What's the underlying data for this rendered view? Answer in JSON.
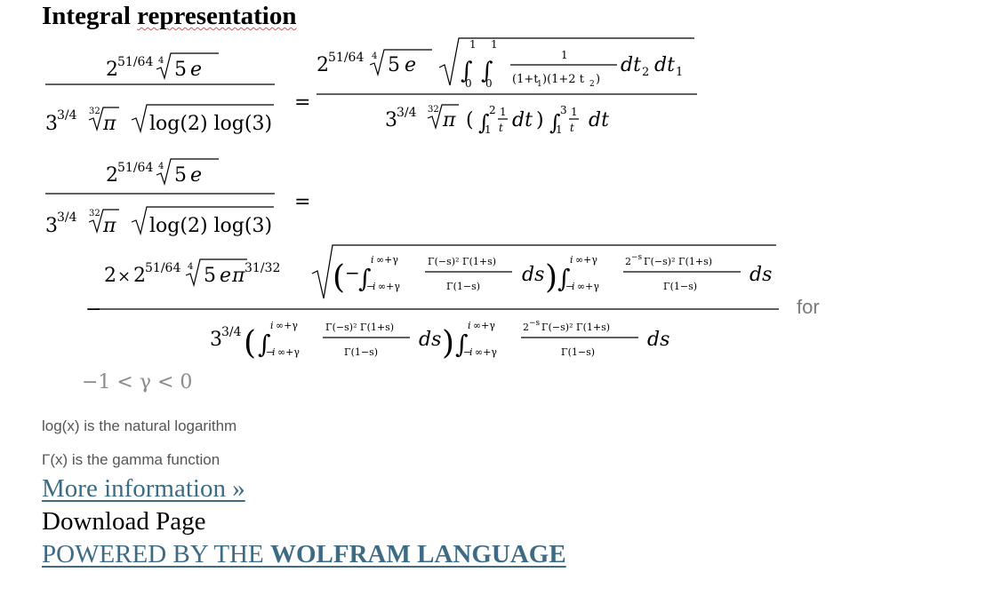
{
  "title": {
    "part1": "Integral ",
    "part2": "representation"
  },
  "equation1": {
    "lhs_num": "2^(51/64) ⁴√(5 e)",
    "lhs_den": "3^(3/4) ³²√π √(log(2) log(3))",
    "eq": "=",
    "rhs_num": "2^(51/64) ⁴√(5 e) √(∫₀¹∫₀¹ 1/((1+t₁)(1+2t₂)) dt₂ dt₁)",
    "rhs_den": "3^(3/4) ³²√π (∫₁² 1/t dt) ∫₁³ 1/t dt"
  },
  "equation2": {
    "lhs_num": "2^(51/64) ⁴√(5 e)",
    "lhs_den": "3^(3/4) ³²√π √(log(2) log(3))",
    "eq": "=",
    "rhs_sign": "−",
    "rhs_num": "2×2^(51/64) ⁴√(5 e) π^(31/32) √((−∫ Γ(−s)² Γ(1+s)/Γ(1−s) ds) ∫ 2^(−s) Γ(−s)² Γ(1+s)/Γ(1−s) ds)",
    "rhs_den": "3^(3/4) (∫ Γ(−s)² Γ(1+s)/Γ(1−s) ds) ∫ 2^(−s) Γ(−s)² Γ(1+s)/Γ(1−s) ds",
    "upper_limit": "i ∞+γ",
    "lower_limit": "−i ∞+γ"
  },
  "for_label": "for",
  "condition": "−1 < γ < 0",
  "notes": {
    "log": "log(x) is the natural logarithm",
    "gamma": "Γ(x) is the gamma function"
  },
  "links": {
    "more_info": "More information »",
    "download": "Download Page",
    "powered_prefix": "POWERED BY THE ",
    "powered_brand": "WOLFRAM LANGUAGE"
  },
  "colors": {
    "link": "#3d6b83",
    "note": "#555555",
    "muted": "#7b7b7b"
  }
}
